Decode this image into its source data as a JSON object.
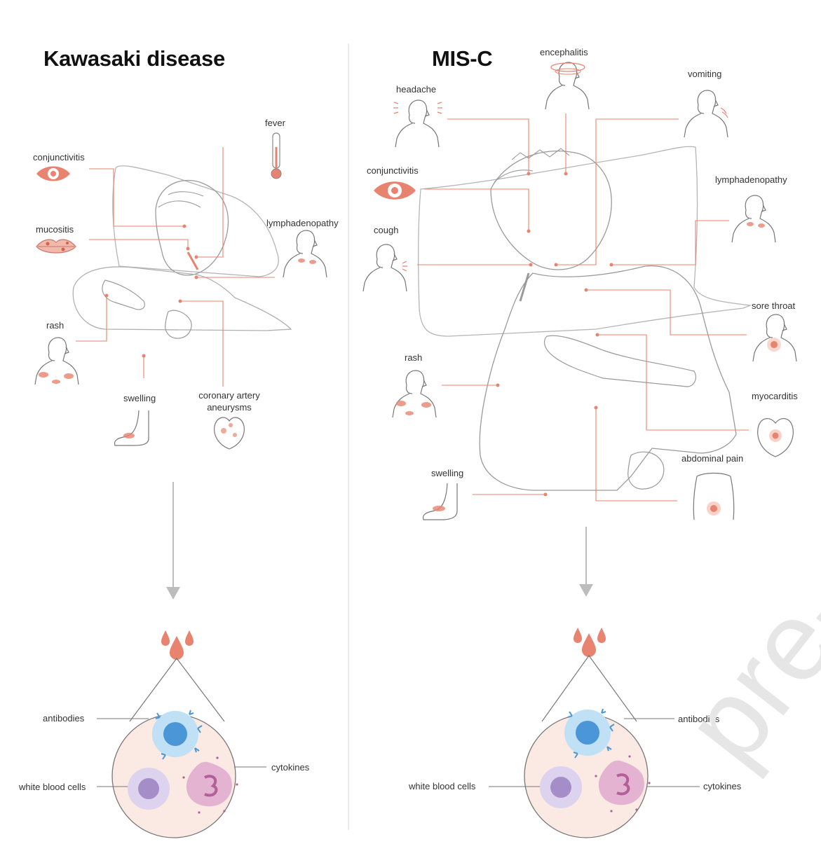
{
  "kawasaki": {
    "title": "Kawasaki disease",
    "fever": "fever",
    "conjunctivitis": "conjunctivitis",
    "mucositis": "mucositis",
    "lymphadenopathy": "lymphadenopathy",
    "rash": "rash",
    "swelling": "swelling",
    "coronary_1": "coronary artery",
    "coronary_2": "aneurysms",
    "antibodies": "antibodies",
    "white_blood_cells": "white blood cells",
    "cytokines": "cytokines"
  },
  "misc": {
    "title": "MIS-C",
    "encephalitis": "encephalitis",
    "headache": "headache",
    "vomiting": "vomiting",
    "conjunctivitis": "conjunctivitis",
    "lymphadenopathy": "lymphadenopathy",
    "cough": "cough",
    "sore_throat": "sore throat",
    "rash": "rash",
    "myocarditis": "myocarditis",
    "abdominal_pain": "abdominal pain",
    "swelling": "swelling",
    "antibodies": "antibodies",
    "white_blood_cells": "white blood cells",
    "cytokines": "cytokines"
  },
  "watermark": "pre-p",
  "colors": {
    "accent": "#e8836f",
    "line": "#9a9a9a",
    "cell_blue": "#5aa6e0",
    "cell_purple": "#a894c9",
    "cell_pink": "#c77fb0",
    "circle_fill": "#fbe9e4"
  }
}
